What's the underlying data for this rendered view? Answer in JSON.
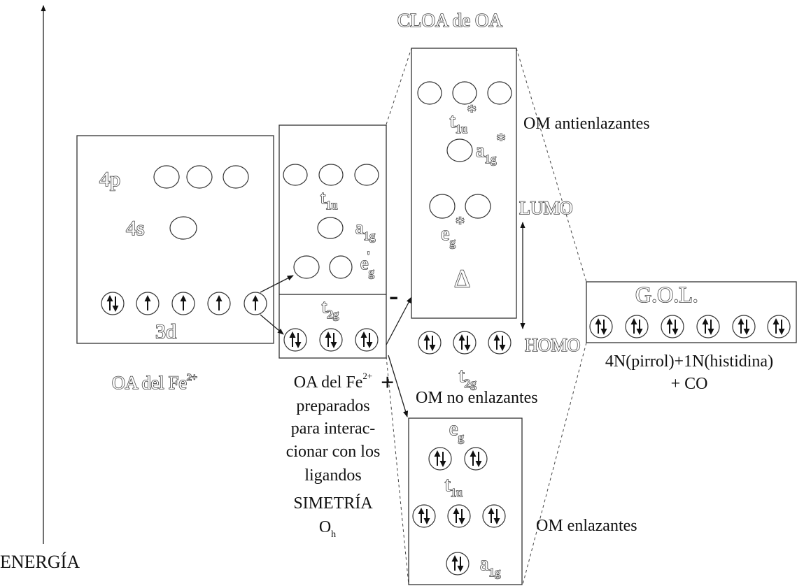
{
  "axis": {
    "label": "ENERGÍA"
  },
  "header": {
    "cloa_title": "CLOA de OA"
  },
  "fe_box": {
    "row_4p": "4p",
    "row_4s": "4s",
    "row_3d": "3d",
    "caption_main": "OA  del Fe",
    "caption_sup": "2+"
  },
  "prepared_box": {
    "t1u_main": "t",
    "t1u_sub": "1u",
    "a1g_main": "a",
    "a1g_sub": "1g",
    "eg_main": "e",
    "eg_sub": "g",
    "eg_sup": "'",
    "t2g_main": "t",
    "t2g_sub": "2g",
    "caption_line1_main": "OA del Fe",
    "caption_line1_sup": "2+",
    "caption_line2": "preparados",
    "caption_line3": "para interac-",
    "caption_line4": "cionar con los",
    "caption_line5": "ligandos",
    "symmetry": "SIMETRÍA",
    "point_group_main": "O",
    "point_group_sub": "h"
  },
  "antibonding_box": {
    "t1u_main": "t",
    "t1u_sub": "1u",
    "t1u_star": "*",
    "a1g_main": "a",
    "a1g_sub": "1g",
    "a1g_star": "*",
    "eg_main": "e",
    "eg_sub": "g",
    "eg_star": "*",
    "delta": "Δ",
    "label": "OM antienlazantes"
  },
  "frontier": {
    "lumo": "LUMO",
    "homo": "HOMO"
  },
  "nonbonding": {
    "t2g_main": "t",
    "t2g_sub": "2g",
    "label": "OM no enlazantes"
  },
  "bonding_box": {
    "eg_main": "e",
    "eg_sub": "g",
    "t1u_main": "t",
    "t1u_sub": "1u",
    "a1g_main": "a",
    "a1g_sub": "1g",
    "label": "OM enlazantes"
  },
  "gol_box": {
    "title": "G.O.L.",
    "line1": "4N(pirrol)+1N(histidina)",
    "line2": "+ CO"
  },
  "operators": {
    "minus": "-",
    "plus": "+"
  }
}
